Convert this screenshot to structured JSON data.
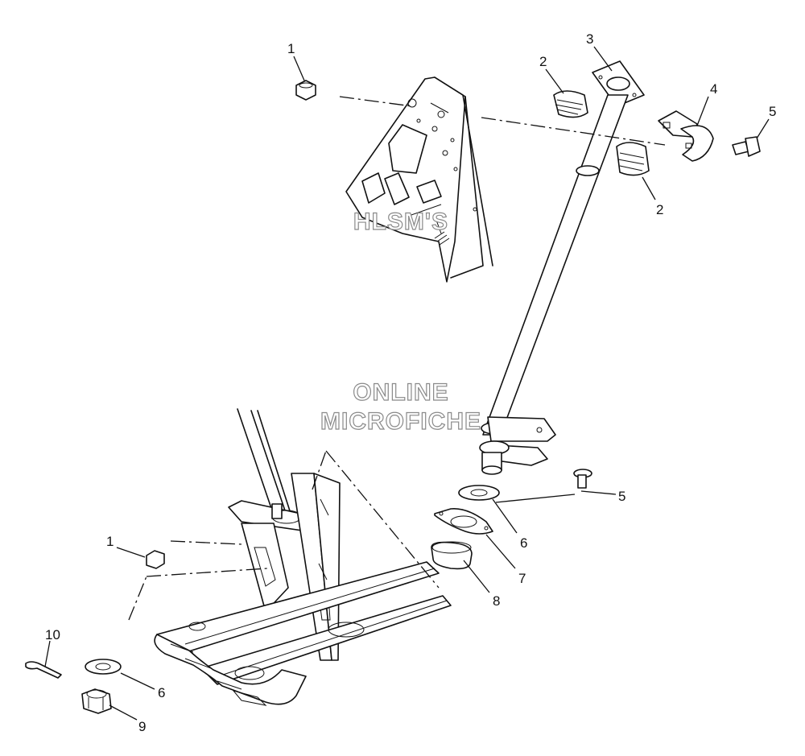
{
  "watermark": {
    "line1": "HLSM'S",
    "line2": "ONLINE",
    "line3": "MICROFICHE"
  },
  "callouts": [
    {
      "id": "c1a",
      "label": "1"
    },
    {
      "id": "c2a",
      "label": "2"
    },
    {
      "id": "c3",
      "label": "3"
    },
    {
      "id": "c4",
      "label": "4"
    },
    {
      "id": "c5a",
      "label": "5"
    },
    {
      "id": "c2b",
      "label": "2"
    },
    {
      "id": "c5b",
      "label": "5"
    },
    {
      "id": "c6a",
      "label": "6"
    },
    {
      "id": "c7",
      "label": "7"
    },
    {
      "id": "c8",
      "label": "8"
    },
    {
      "id": "c1b",
      "label": "1"
    },
    {
      "id": "c10",
      "label": "10"
    },
    {
      "id": "c6b",
      "label": "6"
    },
    {
      "id": "c9",
      "label": "9"
    }
  ]
}
